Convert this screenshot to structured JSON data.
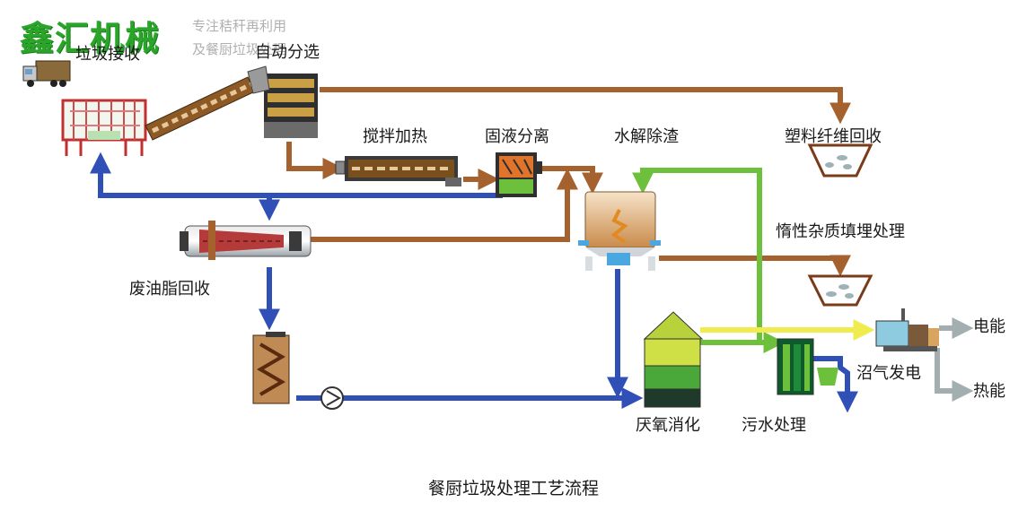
{
  "brand": {
    "logo_text": "鑫汇机械",
    "tagline_1": "专注秸秆再利用",
    "tagline_2": "及餐厨垃圾处理"
  },
  "labels": {
    "collection": "垃圾接收",
    "auto_sort": "自动分选",
    "stir_heat": "搅拌加热",
    "solid_liquid": "固液分离",
    "hydrolysis": "水解除渣",
    "plastic_recycle": "塑料纤维回收",
    "inert_landfill": "惰性杂质填埋处理",
    "oil_recovery": "废油脂回收",
    "anaerobic": "厌氧消化",
    "wastewater": "污水处理",
    "biogas_power": "沼气发电",
    "electricity": "电能",
    "heat": "热能"
  },
  "caption": "餐厨垃圾处理工艺流程",
  "colors": {
    "brown": "#a5612e",
    "blue": "#3050b8",
    "green": "#6cc03c",
    "yellow": "#f0ec50",
    "gray": "#a3aeb0",
    "brand_green": "#2aa52a"
  }
}
